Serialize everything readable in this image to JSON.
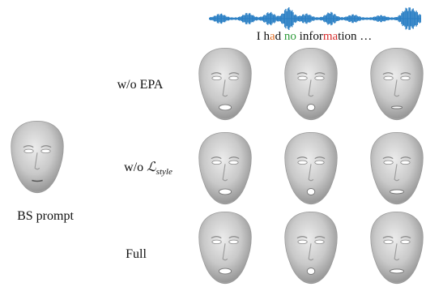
{
  "caption": {
    "segments": [
      {
        "text": "I ",
        "color": "#111111"
      },
      {
        "text": "h",
        "color": "#111111"
      },
      {
        "text": "a",
        "color": "#e06a1f"
      },
      {
        "text": "d ",
        "color": "#111111"
      },
      {
        "text": "no",
        "color": "#2e9b3a"
      },
      {
        "text": " infor",
        "color": "#111111"
      },
      {
        "text": "ma",
        "color": "#d62d2d"
      },
      {
        "text": "tion …",
        "color": "#111111"
      }
    ]
  },
  "prompt_label": "BS prompt",
  "rows": [
    {
      "label_main": "w/o EPA",
      "label_sub": ""
    },
    {
      "label_main": "w/o ",
      "label_sub": "ℒ",
      "label_subscript": "style"
    },
    {
      "label_main": "Full",
      "label_sub": ""
    }
  ],
  "colors": {
    "waveform": "#2a7fc4",
    "face_base": "#c9c9c9",
    "face_shadow": "#8e8e8e"
  }
}
